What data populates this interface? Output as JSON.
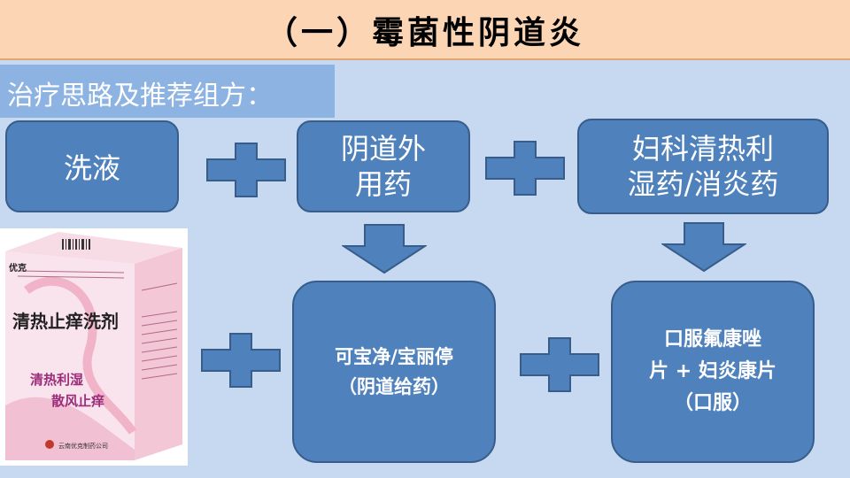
{
  "title": "（一）霉菌性阴道炎",
  "subtitle": "治疗思路及推荐组方：",
  "boxes": {
    "wash": "洗液",
    "vaginal": "阴道外\n用药",
    "gyn": "妇科清热利\n湿药/消炎药",
    "kebao": "可宝净/宝丽停\n（阴道给药）",
    "oral": "口服氟康唑\n片 + 妇炎康片\n（口服）"
  },
  "product": {
    "brand": "优克",
    "name": "清热止痒洗剂",
    "line1": "清热利湿",
    "line2": "散风止痒",
    "maker": "云南优克制药公司"
  },
  "colors": {
    "background": "#c6d9f1",
    "title_bg": "#fcd5b5",
    "box_fill": "#4f81bd",
    "subtitle_bg": "#8db3e2"
  }
}
